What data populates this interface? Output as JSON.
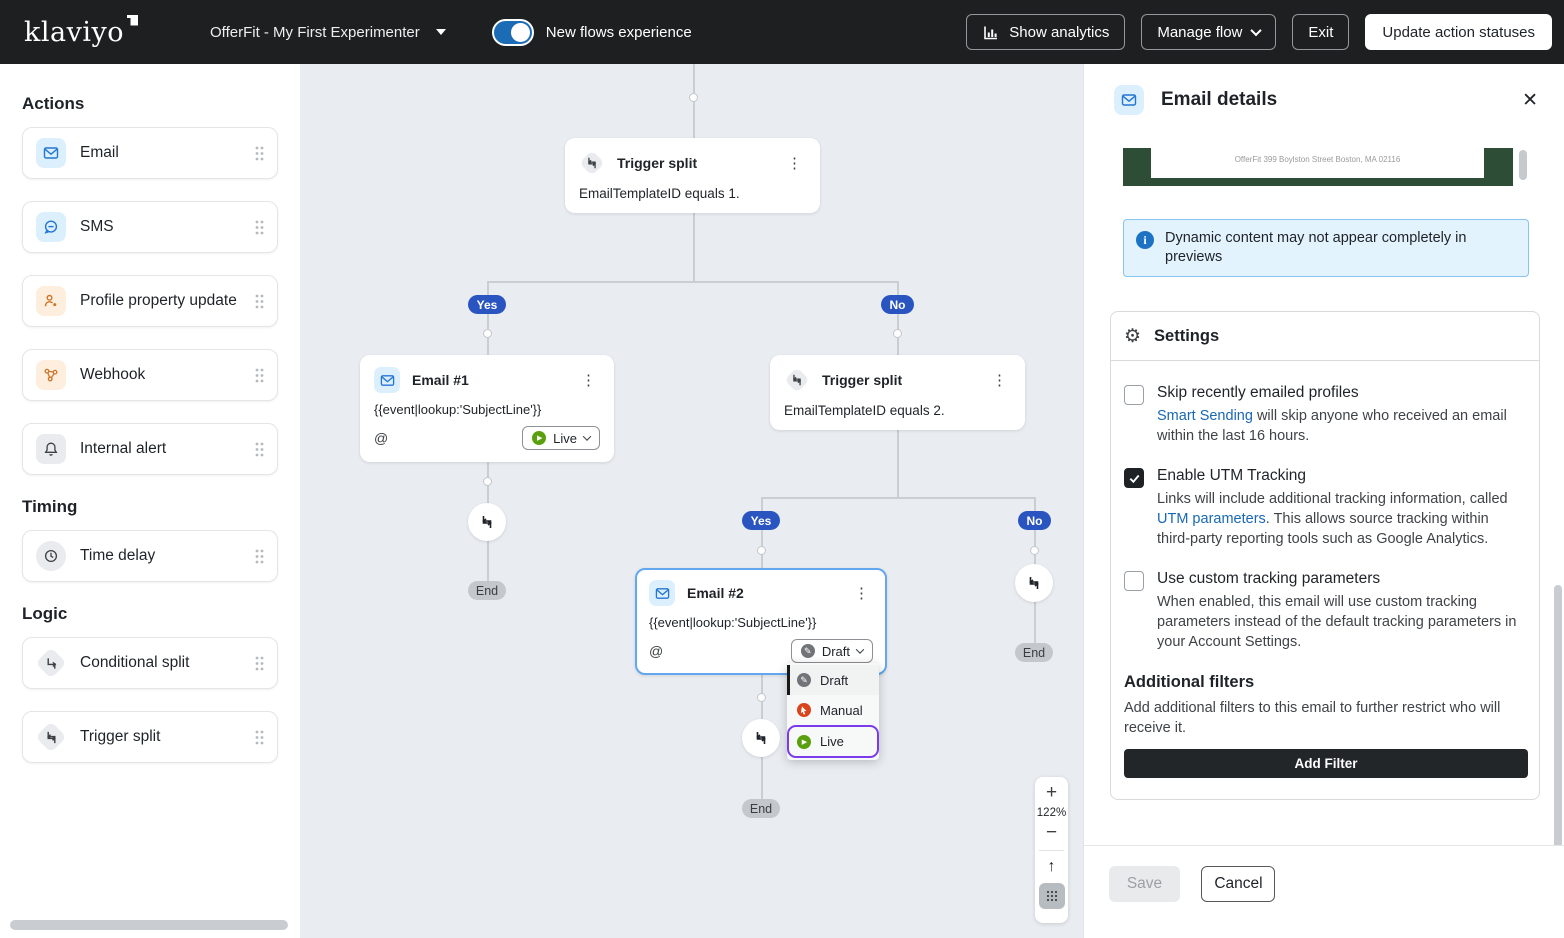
{
  "topbar": {
    "logo_text": "klaviyo",
    "flow_name": "OfferFit - My First Experimenter",
    "new_flows_toggle_label": "New flows experience",
    "show_analytics_label": "Show analytics",
    "manage_flow_label": "Manage flow",
    "exit_label": "Exit",
    "update_action_statuses_label": "Update action statuses"
  },
  "sidebar": {
    "sections": [
      {
        "title": "Actions",
        "items": [
          {
            "label": "Email"
          },
          {
            "label": "SMS"
          },
          {
            "label": "Profile property update"
          },
          {
            "label": "Webhook"
          },
          {
            "label": "Internal alert"
          }
        ]
      },
      {
        "title": "Timing",
        "items": [
          {
            "label": "Time delay"
          }
        ]
      },
      {
        "title": "Logic",
        "items": [
          {
            "label": "Conditional split"
          },
          {
            "label": "Trigger split"
          }
        ]
      }
    ]
  },
  "canvas": {
    "zoom_percent": "122%",
    "badge_yes": "Yes",
    "badge_no": "No",
    "badge_end": "End",
    "trigger_split_1": {
      "title": "Trigger split",
      "condition": "EmailTemplateID equals 1."
    },
    "trigger_split_2": {
      "title": "Trigger split",
      "condition": "EmailTemplateID equals 2."
    },
    "email_1": {
      "title": "Email #1",
      "subject": "{{event|lookup:'SubjectLine'}}",
      "status": "Live"
    },
    "email_2": {
      "title": "Email #2",
      "subject": "{{event|lookup:'SubjectLine'}}",
      "status": "Draft"
    },
    "status_menu": {
      "draft": "Draft",
      "manual": "Manual",
      "live": "Live"
    }
  },
  "panel": {
    "title": "Email details",
    "preview_address": "OfferFit 399 Boylston Street Boston, MA 02116",
    "info_banner": "Dynamic content may not appear completely in previews",
    "settings": {
      "title": "Settings",
      "skip_label": "Skip recently emailed profiles",
      "skip_desc_link": "Smart Sending",
      "skip_desc_rest": " will skip anyone who received an email within the last 16 hours.",
      "utm_label": "Enable UTM Tracking",
      "utm_desc_1": "Links will include additional tracking information, called ",
      "utm_desc_link": "UTM parameters",
      "utm_desc_2": ". This allows source tracking within third-party reporting tools such as Google Analytics.",
      "custom_label": "Use custom tracking parameters",
      "custom_desc": "When enabled, this email will use custom tracking parameters instead of the default tracking parameters in your Account Settings."
    },
    "additional_filters": {
      "title": "Additional filters",
      "desc": "Add additional filters to this email to further restrict who will receive it.",
      "add_filter_label": "Add Filter"
    },
    "save_label": "Save",
    "cancel_label": "Cancel"
  },
  "colors": {
    "topbar_bg": "#1d1f21",
    "canvas_bg": "#e9edf1",
    "badge_blue": "#2a54c0",
    "live_green": "#5aa00e",
    "manual_orange": "#d9441f",
    "draft_gray": "#717579",
    "highlight_purple": "#7c3aed",
    "selected_node_blue": "#63a7ee",
    "preview_green": "#2e4d36",
    "link_blue": "#1968b3"
  }
}
